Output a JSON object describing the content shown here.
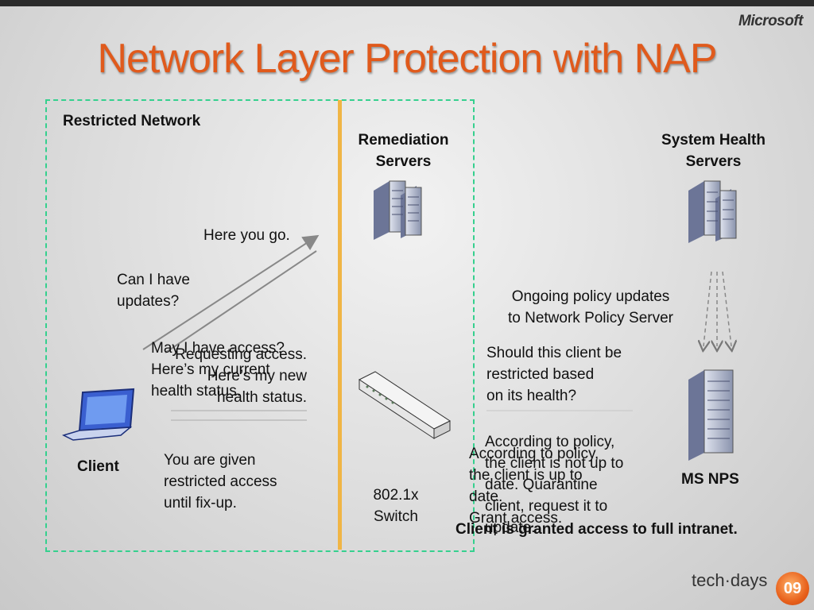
{
  "brand": "Microsoft",
  "title": "Network Layer Protection with NAP",
  "labels": {
    "restricted_network": "Restricted Network",
    "remediation_servers": "Remediation\nServers",
    "system_health_servers": "System Health\nServers",
    "client": "Client",
    "ms_nps": "MS NPS",
    "switch": "802.1x\nSwitch"
  },
  "messages": {
    "here_you_go": "Here you go.",
    "can_i_have_updates": "Can I have\nupdates?",
    "may_i_have_access": "May I have access?\nHere’s my current\nhealth status.",
    "requesting_access": "Requesting access.\nHere’s my new\nhealth status.",
    "you_are_given": "You are given\nrestricted access\nuntil fix-up.",
    "ongoing_policy": "Ongoing policy updates\nto Network Policy Server",
    "should_client": "Should this client be\nrestricted based\non its health?",
    "according_not_up": "According to policy,\nthe client is not up to\ndate.  Quarantine\nclient, request it to\nupdate.",
    "according_up": "According to policy,\nthe client is up to\ndate.\nGrant access.",
    "client_granted": "Client is granted access to full intranet."
  },
  "footer": {
    "event": "tech·days",
    "badge": "09"
  },
  "colors": {
    "title": "#e05a1c",
    "region_border": "#35d08e",
    "divider": "#f0b545"
  }
}
